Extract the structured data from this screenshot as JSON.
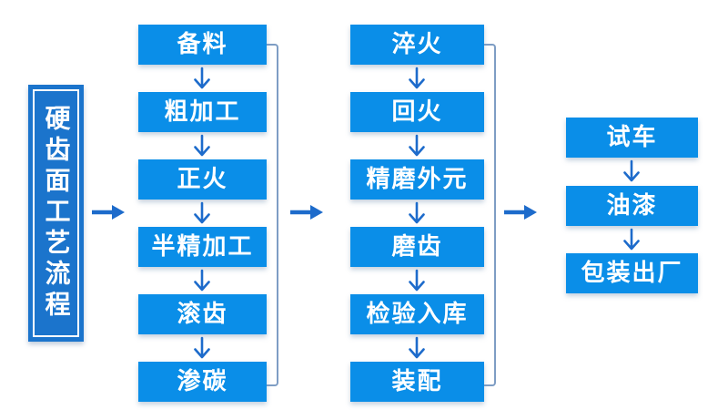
{
  "title": {
    "text": "硬齿面工艺流程"
  },
  "columns": [
    {
      "name": "stage-1",
      "steps": [
        "备料",
        "粗加工",
        "正火",
        "半精加工",
        "滚齿",
        "渗碳"
      ]
    },
    {
      "name": "stage-2",
      "steps": [
        "淬火",
        "回火",
        "精磨外元",
        "磨齿",
        "检验入库",
        "装配"
      ]
    },
    {
      "name": "stage-3",
      "steps": [
        "试车",
        "油漆",
        "包装出厂"
      ]
    }
  ],
  "icons": {
    "down_arrow": "down-arrow-icon",
    "right_arrow": "right-arrow-icon"
  },
  "colors": {
    "flow_box_fill": "#0a8ee8",
    "title_box_fill": "#1b74cc",
    "arrow_blue": "#1d6bcb",
    "connector_gray_blue": "#7e9dc4",
    "box_text": "#ffffff",
    "background": "#ffffff"
  }
}
